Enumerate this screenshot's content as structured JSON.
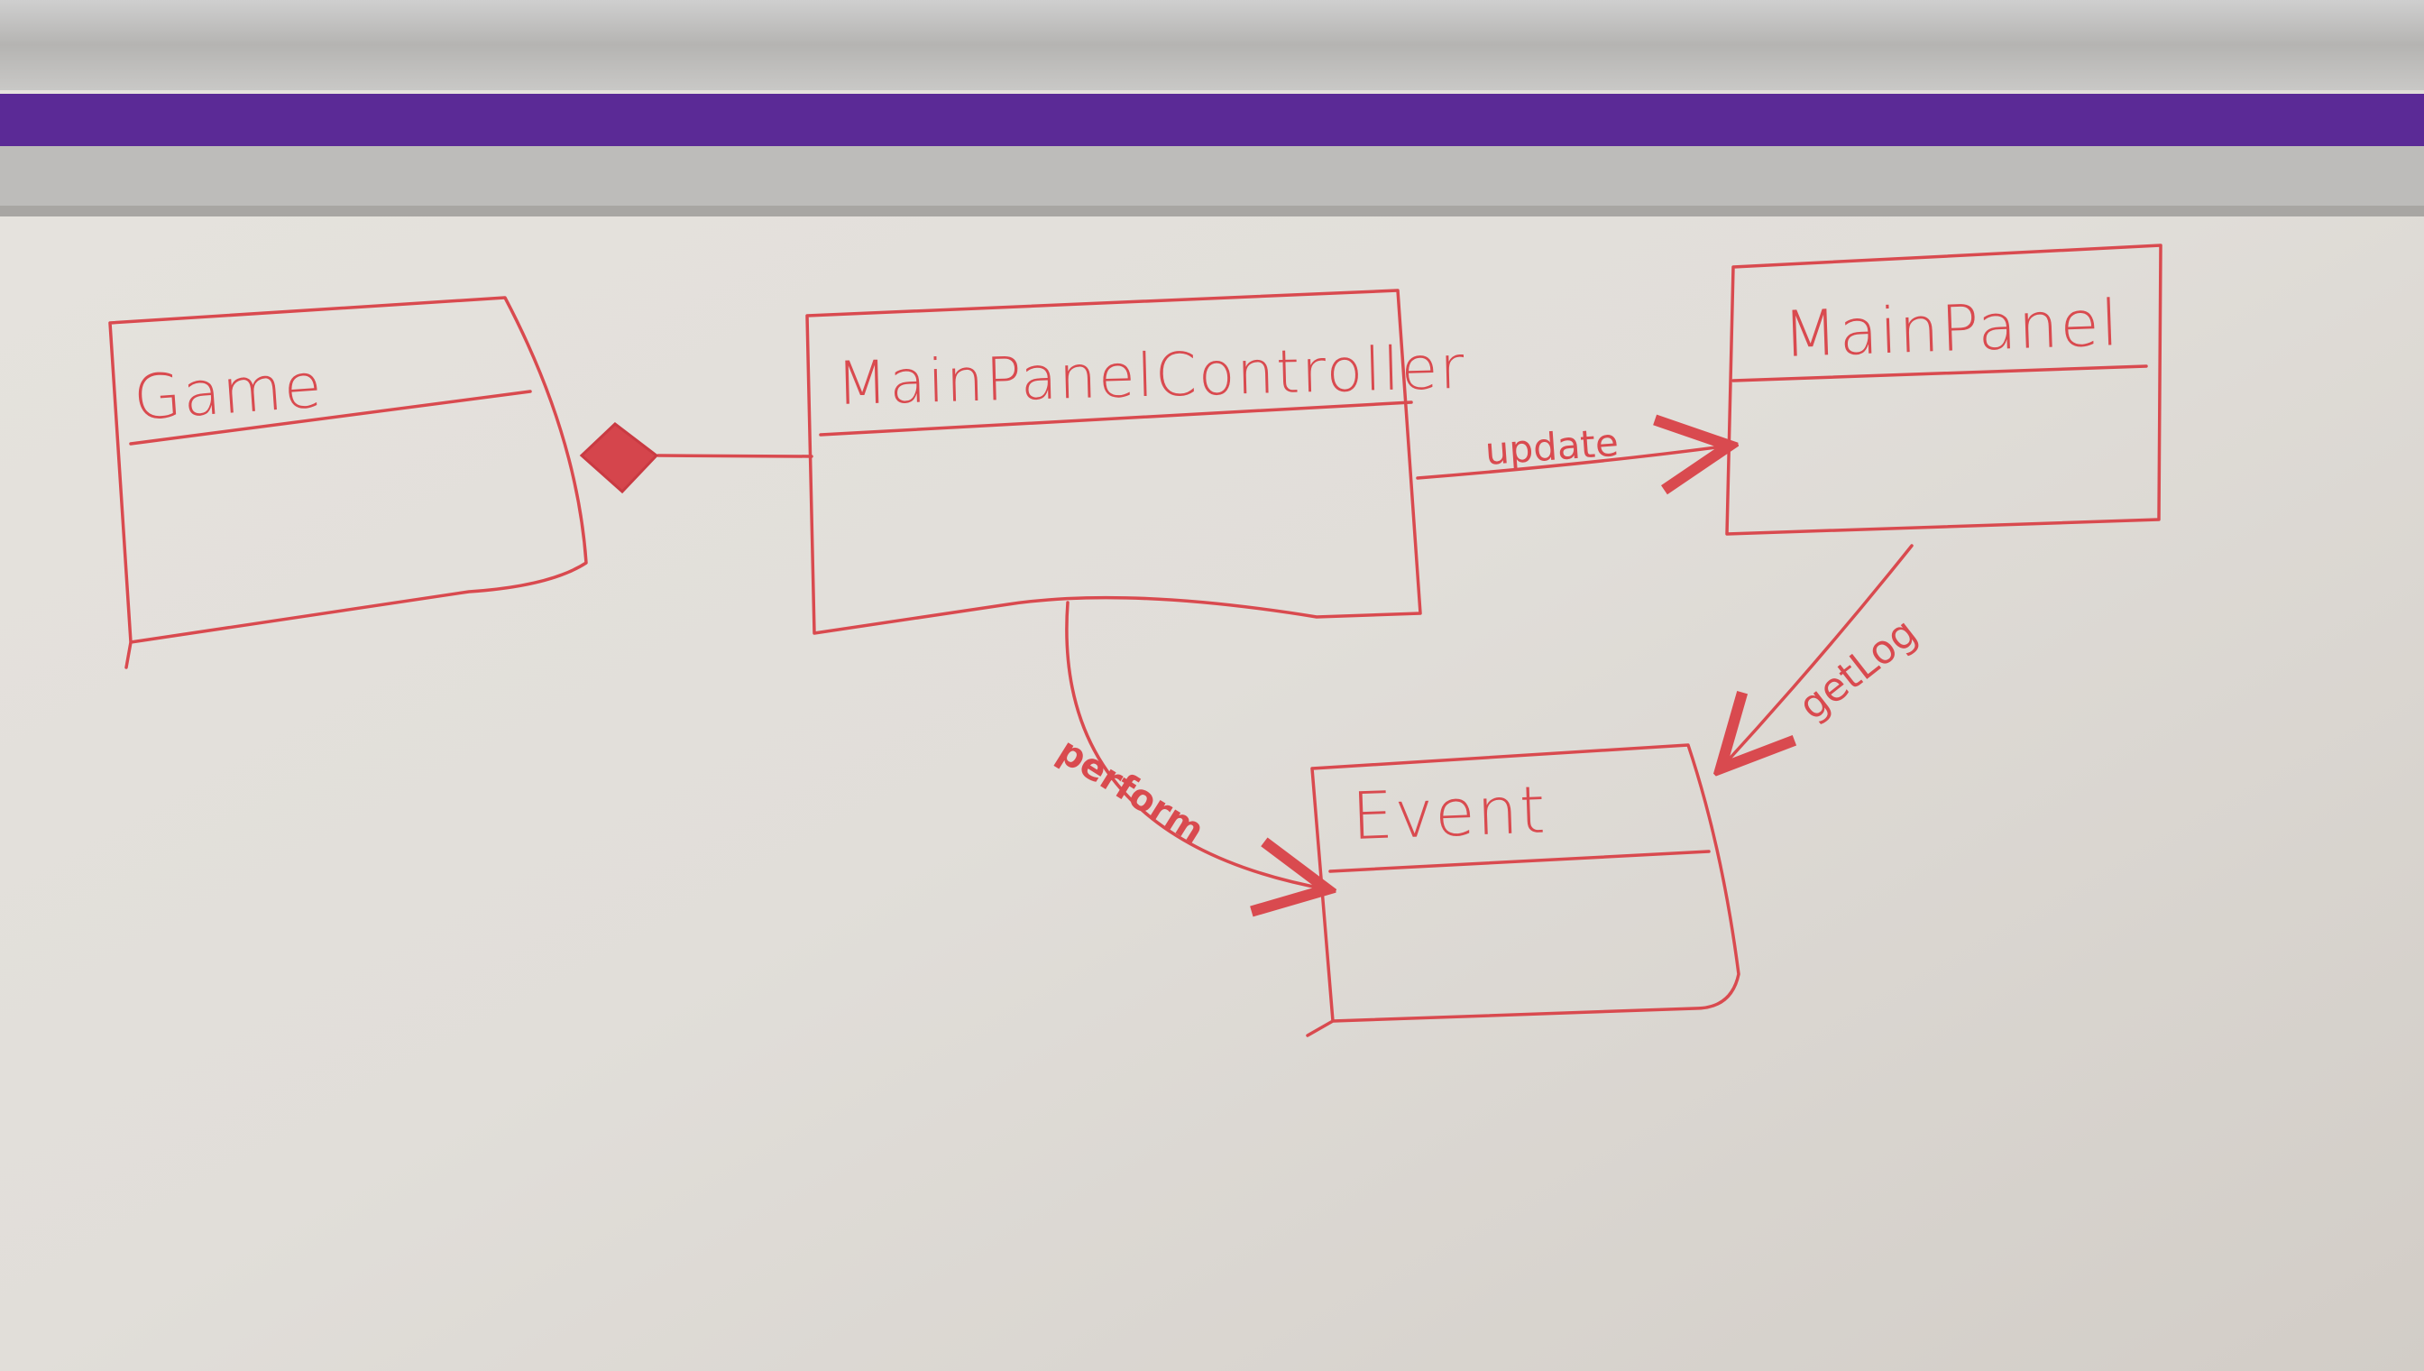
{
  "diagram": {
    "type": "uml-class-diagram",
    "medium": "whiteboard",
    "ink_color": "#d94a4f",
    "board_color": "#e3e0db",
    "tray_color": "#5b2a96",
    "classes": [
      {
        "id": "game",
        "name": "Game"
      },
      {
        "id": "main-panel-controller",
        "name": "MainPanelController"
      },
      {
        "id": "main-panel",
        "name": "MainPanel"
      },
      {
        "id": "event",
        "name": "Event"
      }
    ],
    "relations": [
      {
        "from": "main-panel-controller",
        "to": "game",
        "kind": "composition",
        "label": ""
      },
      {
        "from": "main-panel-controller",
        "to": "main-panel",
        "kind": "association",
        "label": "update"
      },
      {
        "from": "main-panel-controller",
        "to": "event",
        "kind": "association",
        "label": "perform"
      },
      {
        "from": "main-panel",
        "to": "event",
        "kind": "association",
        "label": "getLog"
      }
    ]
  }
}
